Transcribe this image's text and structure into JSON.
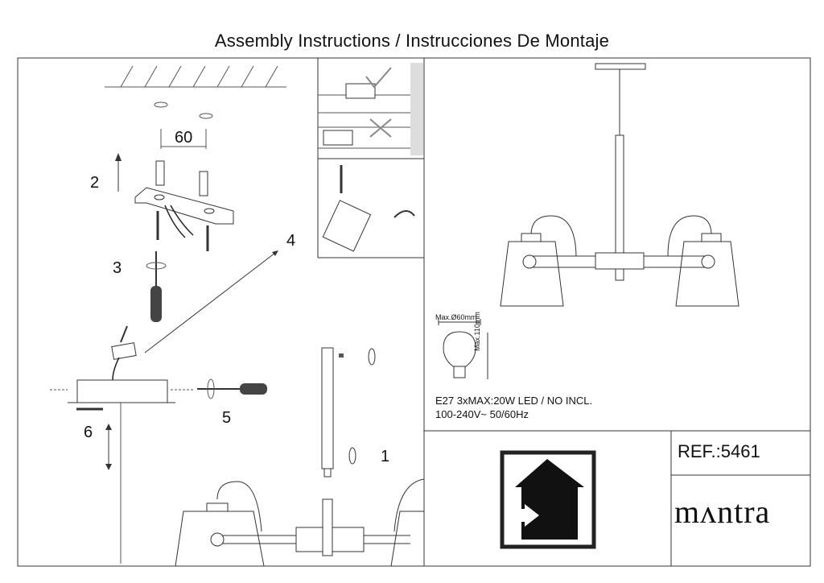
{
  "header": {
    "title": "Assembly Instructions / Instrucciones De Montaje"
  },
  "steps": {
    "dimension_60": "60",
    "s1": "1",
    "s2": "2",
    "s3": "3",
    "s4": "4",
    "s5": "5",
    "s6": "6"
  },
  "bulb": {
    "max_diameter": "Max.Ø60mm",
    "max_height": "Max.110mm"
  },
  "specs": {
    "line1": "E27  3xMAX:20W   LED / NO  INCL.",
    "line2": "100-240V~  50/60Hz"
  },
  "product": {
    "ref": "REF.:5461",
    "brand": "mʌntra"
  },
  "icons": [
    "ceiling-icon",
    "screwdriver-icon",
    "bulb-icon",
    "indoor-use-house-icon",
    "check-icon",
    "cross-icon"
  ]
}
